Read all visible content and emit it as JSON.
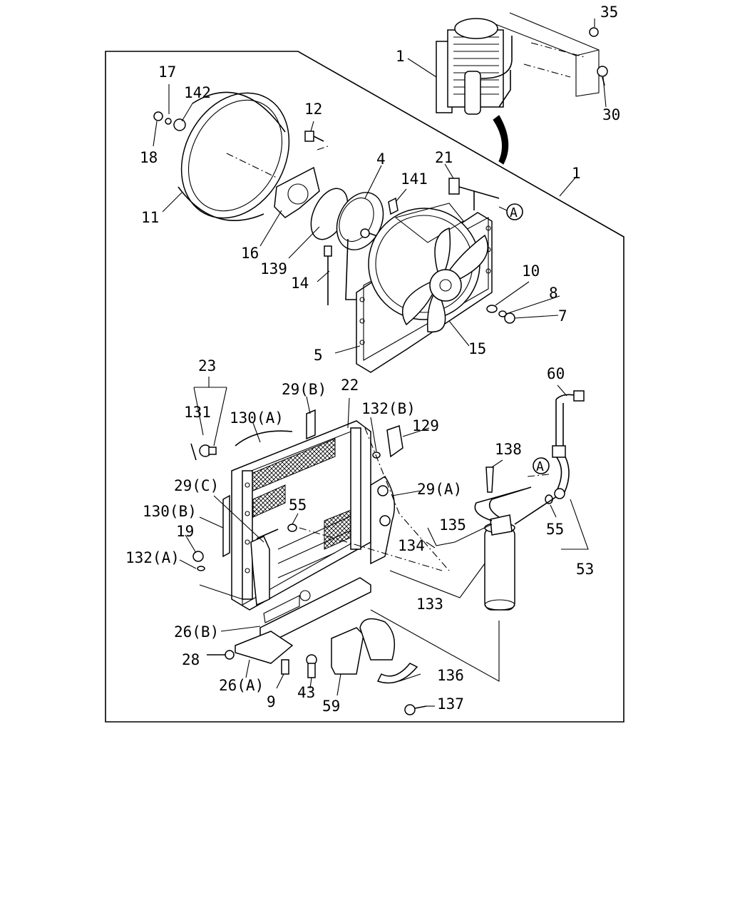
{
  "labels": {
    "p1_top": "1",
    "p35": "35",
    "p30": "30",
    "p1": "1",
    "p17": "17",
    "p142": "142",
    "p18": "18",
    "p12": "12",
    "p11": "11",
    "p4": "4",
    "p21": "21",
    "p141": "141",
    "p16": "16",
    "p139": "139",
    "p14": "14",
    "p10": "10",
    "p8": "8",
    "p7": "7",
    "p5": "5",
    "p15": "15",
    "p23": "23",
    "p29b": "29(B)",
    "p22": "22",
    "p131": "131",
    "p130a": "130(A)",
    "p132b": "132(B)",
    "p129": "129",
    "p60": "60",
    "p138": "138",
    "p29c": "29(C)",
    "p29a": "29(A)",
    "p55a": "55",
    "p130b": "130(B)",
    "p19": "19",
    "p135": "135",
    "p55b": "55",
    "p132a": "132(A)",
    "p134": "134",
    "p53": "53",
    "p133": "133",
    "p26b": "26(B)",
    "p28": "28",
    "p136": "136",
    "p26a": "26(A)",
    "p9": "9",
    "p43": "43",
    "p59": "59",
    "p137": "137",
    "callout_a1": "A",
    "callout_a2": "A"
  }
}
